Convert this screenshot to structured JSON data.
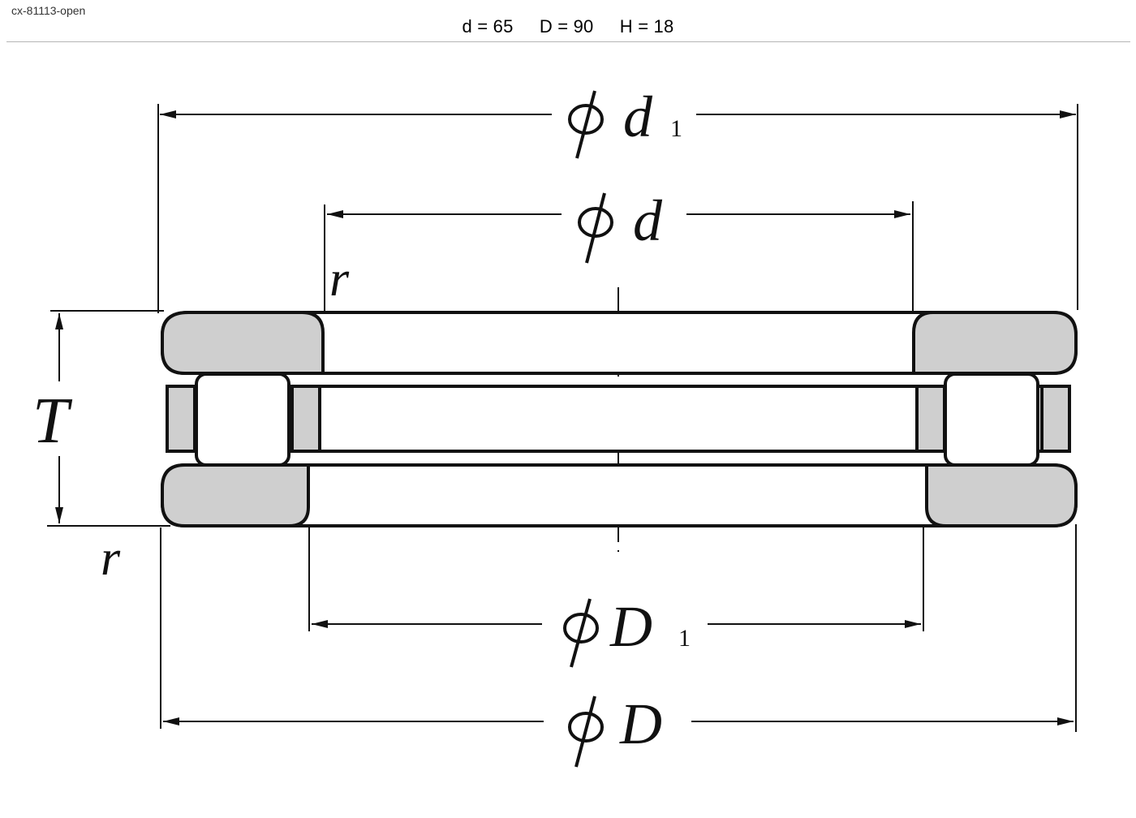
{
  "header": {
    "part_id": "cx-81113-open",
    "d_text": "d = 65",
    "D_text": "D = 90",
    "H_text": "H = 18"
  },
  "drawing": {
    "labels": {
      "d1_main": "d",
      "d1_sub": "1",
      "d_main": "d",
      "D1_main": "D",
      "D1_sub": "1",
      "D_main": "D",
      "T": "T",
      "r_top": "r",
      "r_bottom": "r"
    },
    "colors": {
      "line": "#111111",
      "washer_fill": "#cfcfcf",
      "roller_fill": "#ffffff",
      "rule": "#b5b5b5"
    }
  }
}
